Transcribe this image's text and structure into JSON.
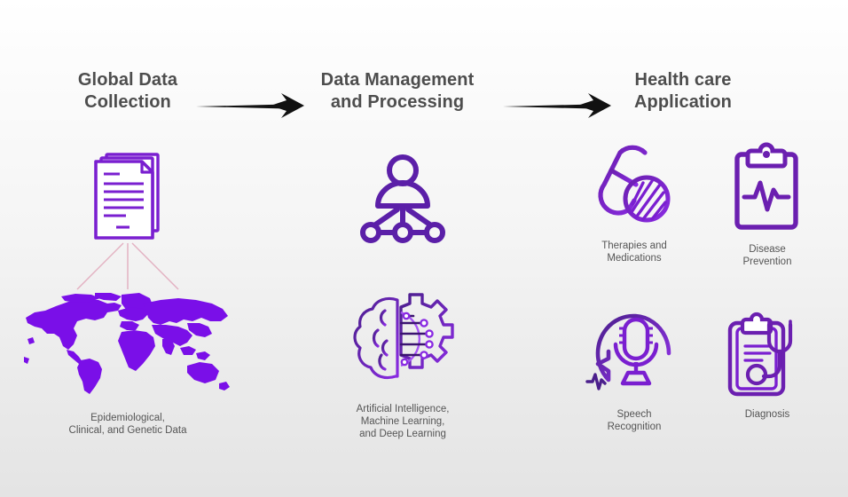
{
  "diagram": {
    "title_stage_1": "Global Data\nCollection",
    "stages": [
      {
        "heading_line1": "Global Data",
        "heading_line2": "Collection",
        "items": [
          {
            "icon": "documents-icon",
            "caption_line1": "Epidemiological,",
            "caption_line2": "Clinical, and Genetic Data",
            "caption_line3": ""
          }
        ]
      },
      {
        "heading_line1": "Data Management",
        "heading_line2": "and Processing",
        "items": [
          {
            "icon": "person-network-icon",
            "caption_line1": "",
            "caption_line2": "",
            "caption_line3": ""
          },
          {
            "icon": "brain-gear-ai-icon",
            "caption_line1": "Artificial Intelligence,",
            "caption_line2": "Machine Learning,",
            "caption_line3": "and Deep Learning"
          }
        ]
      },
      {
        "heading_line1": "Health care",
        "heading_line2": "Application",
        "items": [
          {
            "icon": "pills-icon",
            "caption_line1": "Therapies and",
            "caption_line2": "Medications",
            "caption_line3": ""
          },
          {
            "icon": "clipboard-ecg-icon",
            "caption_line1": "Disease",
            "caption_line2": "Prevention",
            "caption_line3": ""
          },
          {
            "icon": "head-microphone-icon",
            "caption_line1": "Speech",
            "caption_line2": "Recognition",
            "caption_line3": ""
          },
          {
            "icon": "clipboard-stethoscope-icon",
            "caption_line1": "Diagnosis",
            "caption_line2": "",
            "caption_line3": ""
          }
        ]
      }
    ],
    "connectors": [
      {
        "name": "arrow-stage1-to-stage2",
        "direction": "right"
      },
      {
        "name": "arrow-stage2-to-stage3",
        "direction": "right"
      }
    ],
    "colors": {
      "icon_purple": "#7a1fd0",
      "icon_purple_dark": "#5b1fa8",
      "map_purple": "#7a0fe8",
      "heading_gray": "#4d4d4d",
      "caption_gray": "#555555",
      "arrow_black": "#111111",
      "ray_pink": "#e8b6c6",
      "background_top": "#ffffff",
      "background_bottom": "#e4e4e4"
    }
  }
}
